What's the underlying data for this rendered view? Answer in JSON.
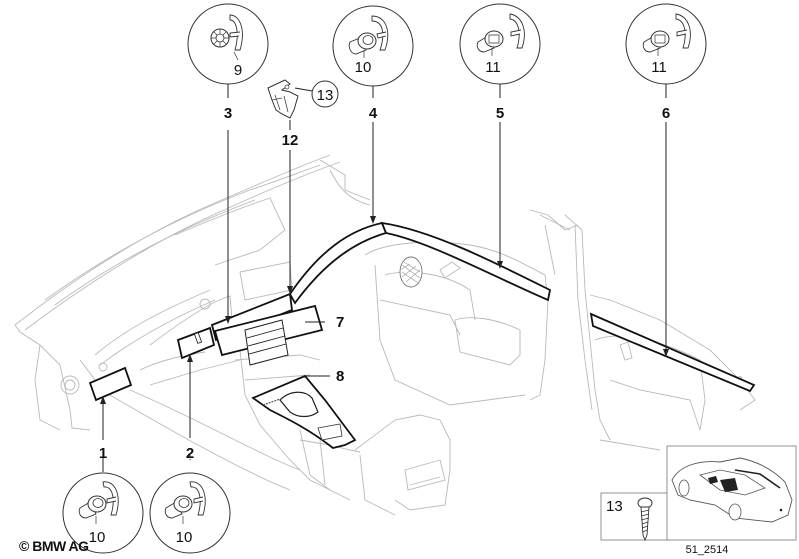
{
  "diagram": {
    "title": "Interior trim strips - parts diagram",
    "copyright": "© BMW AG",
    "drawing_number": "51_2514",
    "callouts": [
      {
        "number": "1",
        "detail_part": "10"
      },
      {
        "number": "2",
        "detail_part": "10"
      },
      {
        "number": "3",
        "detail_part": "9"
      },
      {
        "number": "4",
        "detail_part": "10"
      },
      {
        "number": "5",
        "detail_part": "11"
      },
      {
        "number": "6",
        "detail_part": "11"
      },
      {
        "number": "7"
      },
      {
        "number": "8"
      },
      {
        "number": "12",
        "detail_part": "13"
      }
    ],
    "labels": {
      "p1": "1",
      "p2": "2",
      "p3": "3",
      "p4": "4",
      "p5": "5",
      "p6": "6",
      "p7": "7",
      "p8": "8",
      "p12": "12",
      "d9": "9",
      "d10a": "10",
      "d10b": "10",
      "d10c": "10",
      "d11a": "11",
      "d11b": "11",
      "d13": "13",
      "screw": "13"
    }
  }
}
